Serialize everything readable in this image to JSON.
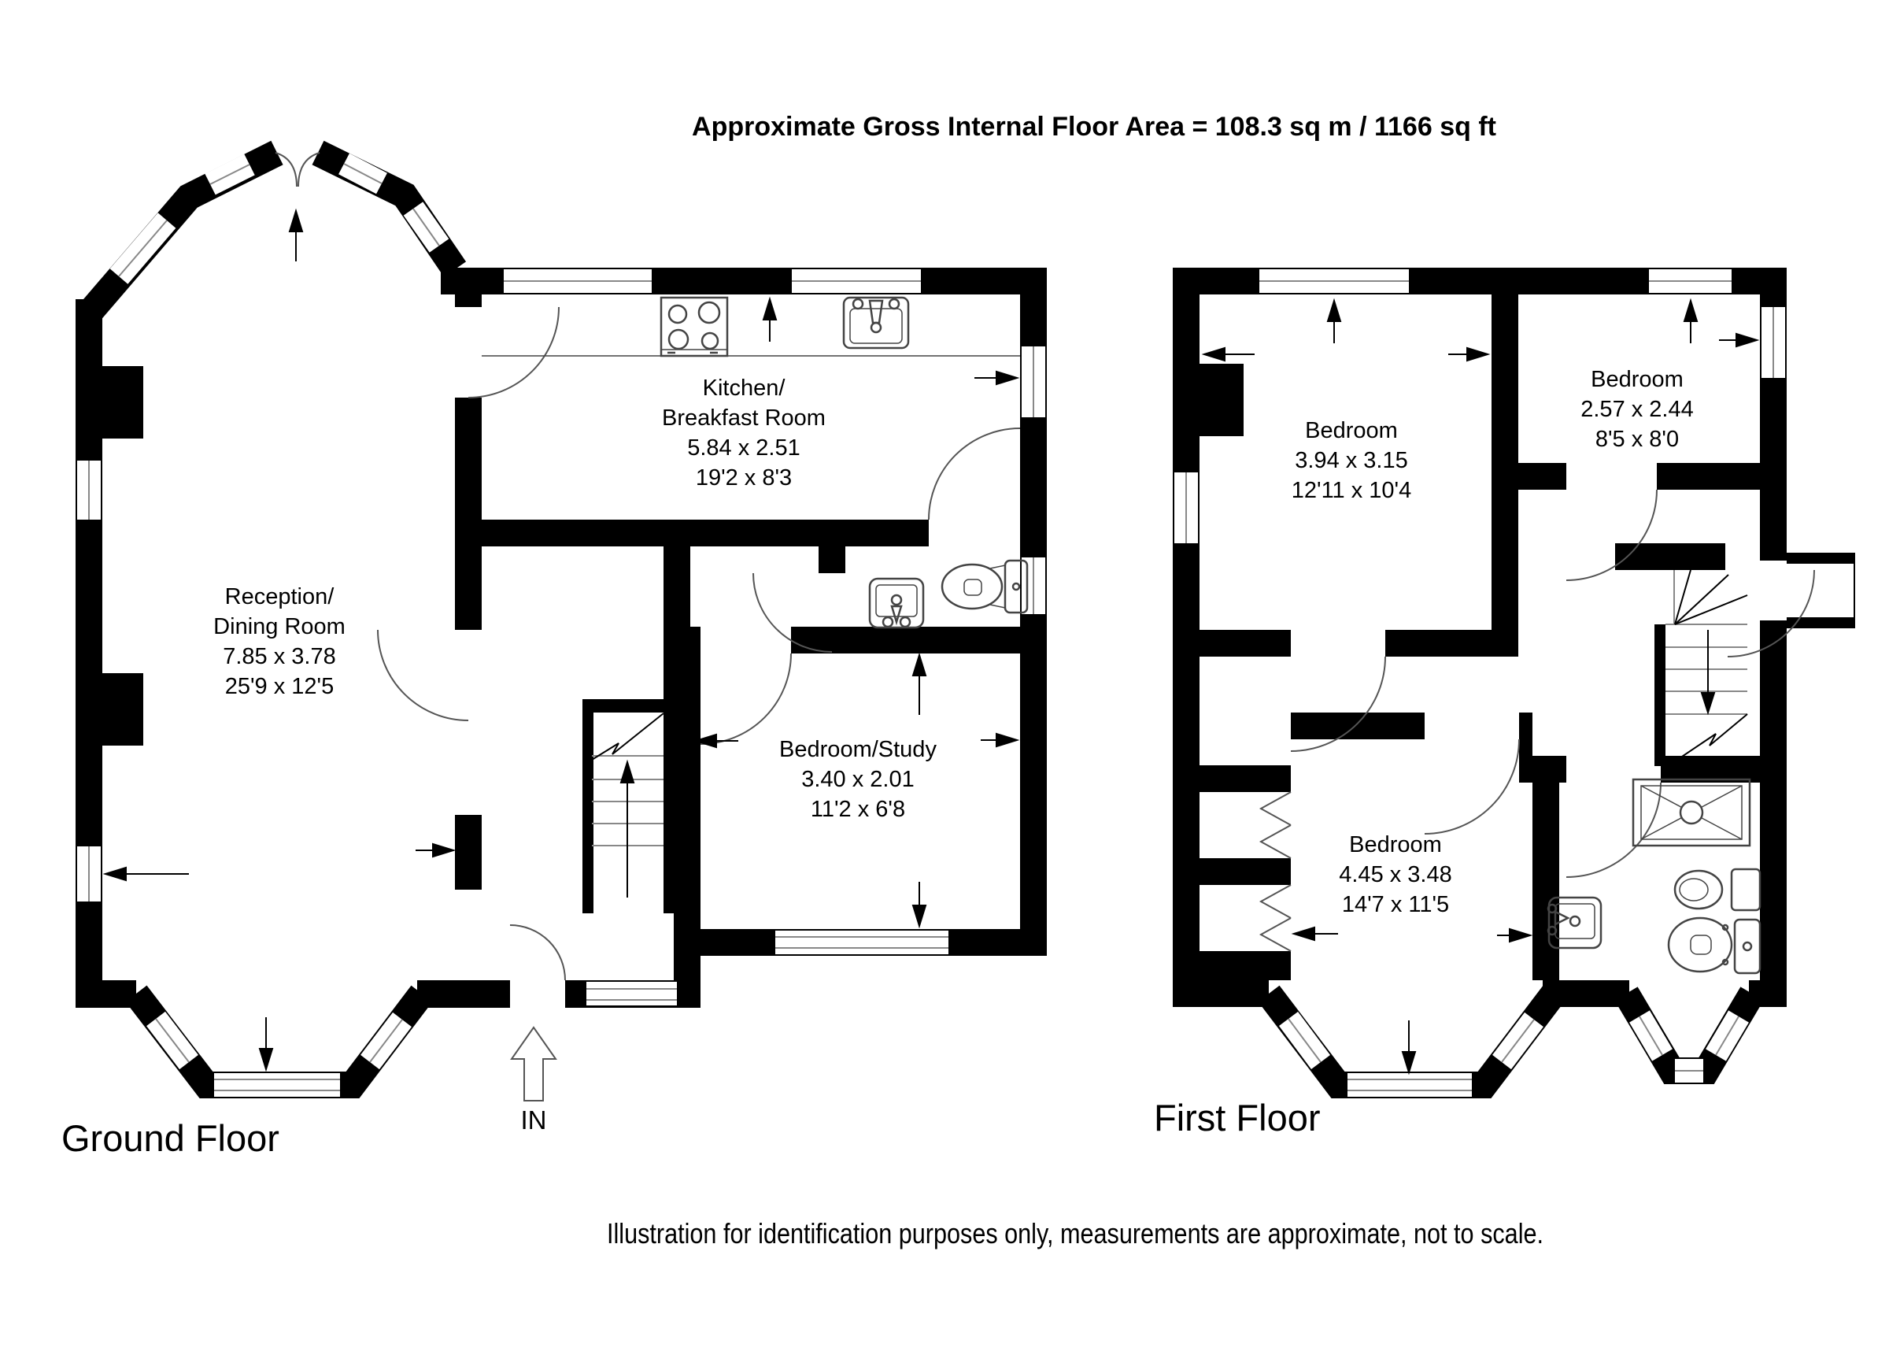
{
  "title": "Approximate Gross Internal Floor Area  = 108.3 sq m  / 1166 sq ft",
  "disclaimer": "Illustration for identification purposes only, measurements are approximate, not to scale.",
  "colors": {
    "walls": "#000000",
    "background": "#ffffff",
    "thin_lines": "#888888"
  },
  "ground_floor": {
    "label": "Ground Floor",
    "entrance": "IN",
    "rooms": {
      "kitchen": {
        "name1": "Kitchen/",
        "name2": "Breakfast Room",
        "metric": "5.84 x 2.51",
        "imperial": "19'2 x 8'3"
      },
      "reception": {
        "name1": "Reception/",
        "name2": "Dining Room",
        "metric": "7.85 x 3.78",
        "imperial": "25'9 x 12'5"
      },
      "study": {
        "name1": "Bedroom/Study",
        "metric": "3.40 x 2.01",
        "imperial": "11'2 x 6'8"
      }
    }
  },
  "first_floor": {
    "label": "First Floor",
    "rooms": {
      "bedroom1": {
        "name1": "Bedroom",
        "metric": "3.94 x 3.15",
        "imperial": "12'11 x 10'4"
      },
      "bedroom2": {
        "name1": "Bedroom",
        "metric": "2.57 x 2.44",
        "imperial": "8'5 x 8'0"
      },
      "bedroom3": {
        "name1": "Bedroom",
        "metric": "4.45 x 3.48",
        "imperial": "14'7 x 11'5"
      }
    }
  }
}
